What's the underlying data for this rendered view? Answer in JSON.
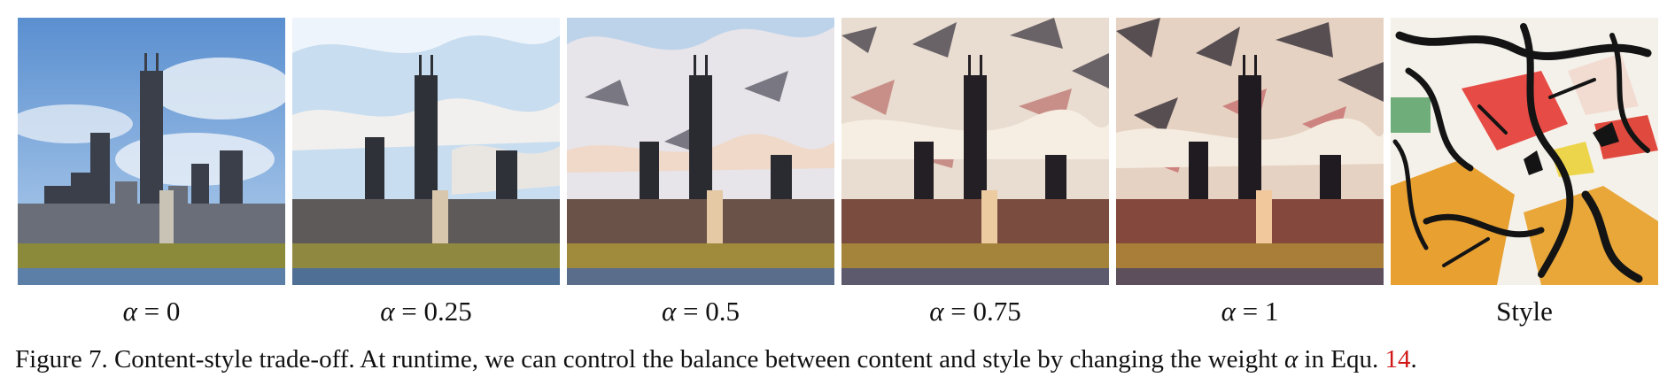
{
  "figure": {
    "panels": [
      {
        "label_symbol": "α",
        "label_text": " = 0"
      },
      {
        "label_symbol": "α",
        "label_text": " = 0.25"
      },
      {
        "label_symbol": "α",
        "label_text": " = 0.5"
      },
      {
        "label_symbol": "α",
        "label_text": " = 0.75"
      },
      {
        "label_symbol": "α",
        "label_text": " = 1"
      },
      {
        "label_symbol": "",
        "label_text": "Style"
      }
    ],
    "caption": {
      "prefix": "Figure 7. Content-style trade-off. At runtime, we can control the balance between content and style by changing the weight ",
      "symbol": "α",
      "middle": " in Equ. ",
      "ref": "14",
      "suffix": "."
    }
  }
}
